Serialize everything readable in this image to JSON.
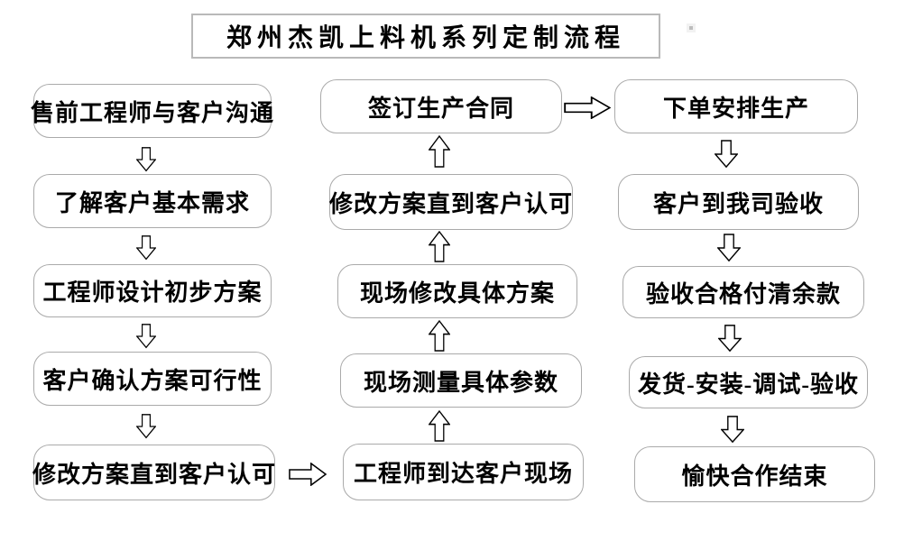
{
  "title": "郑州杰凯上料机系列定制流程",
  "flow": {
    "left_column": {
      "direction": "down",
      "boxes": [
        {
          "label": "售前工程师与客户沟通"
        },
        {
          "label": "了解客户基本需求"
        },
        {
          "label": "工程师设计初步方案"
        },
        {
          "label": "客户确认方案可行性"
        },
        {
          "label": "修改方案直到客户认可"
        }
      ]
    },
    "middle_column": {
      "direction": "up",
      "boxes": [
        {
          "label": "签订生产合同"
        },
        {
          "label": "修改方案直到客户认可"
        },
        {
          "label": "现场修改具体方案"
        },
        {
          "label": "现场测量具体参数"
        },
        {
          "label": "工程师到达客户现场"
        }
      ]
    },
    "right_column": {
      "direction": "down",
      "boxes": [
        {
          "label": "下单安排生产"
        },
        {
          "label": "客户到我司验收"
        },
        {
          "label": "验收合格付清余款"
        },
        {
          "label": "发货-安装-调试-验收"
        },
        {
          "label": "愉快合作结束"
        }
      ]
    },
    "connectors": {
      "left_bottom_to_middle_bottom": "right-arrow",
      "middle_top_to_right_top": "right-arrow"
    }
  },
  "colors": {
    "background": "#ffffff",
    "box_border": "#aaaaaa",
    "box_fill": "#ffffff",
    "text": "#000000",
    "arrow_outline": "#000000",
    "arrow_fill": "#ffffff"
  }
}
